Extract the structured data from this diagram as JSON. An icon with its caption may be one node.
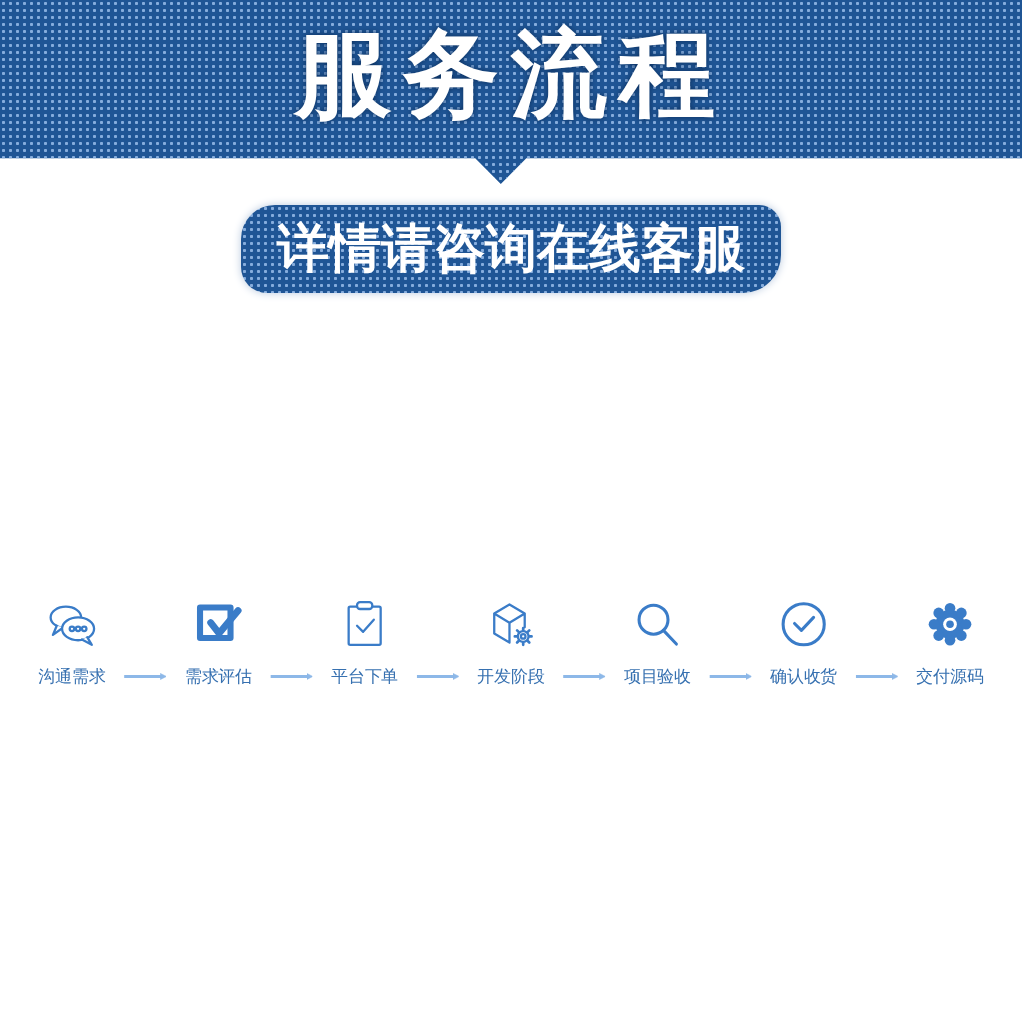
{
  "diagram": {
    "title": "服务流程",
    "nodes": [
      {
        "text": [
          "沟通需求"
        ]
      },
      {
        "text": [
          "需求评估"
        ]
      },
      {
        "text": [
          "平台下单"
        ]
      },
      {
        "text": [
          "开发阶段"
        ]
      },
      {
        "text": [
          "项目验收"
        ]
      },
      {
        "text": [
          "确认收货"
        ]
      },
      {
        "text": [
          "交付源码"
        ]
      }
    ],
    "edges": [
      {
        "from": 0,
        "to": 1,
        "arrow": "to"
      },
      {
        "from": 1,
        "to": 2,
        "arrow": "to"
      },
      {
        "from": 2,
        "to": 3,
        "arrow": "to"
      },
      {
        "from": 3,
        "to": 4,
        "arrow": "to"
      },
      {
        "from": 4,
        "to": 5,
        "arrow": "to"
      },
      {
        "from": 5,
        "to": 6,
        "arrow": "to"
      }
    ],
    "labels": [
      "详情请咨询在线客服"
    ]
  }
}
